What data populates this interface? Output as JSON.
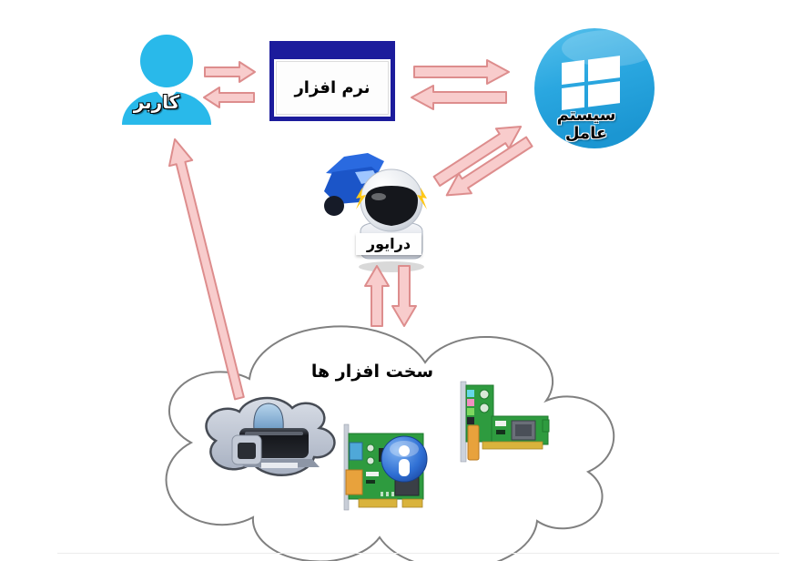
{
  "diagram_title": "",
  "nodes": {
    "user": {
      "label": "کاربر",
      "icon": "person-icon"
    },
    "software": {
      "label": "نرم افزار",
      "icon": "application-window-icon"
    },
    "os": {
      "label": "سیستم عامل",
      "icon": "windows-logo-icon"
    },
    "driver": {
      "label": "درایور",
      "icon": "robot-racer-icon"
    },
    "hardware": {
      "label": "سخت افزار ها",
      "icon": "cloud-icon",
      "contains": [
        "printer-icon",
        "pci-card-info-icon",
        "sound-card-icon"
      ]
    }
  },
  "edges": [
    {
      "from": "user",
      "to": "software",
      "direction": "bidirectional"
    },
    {
      "from": "software",
      "to": "os",
      "direction": "bidirectional"
    },
    {
      "from": "os",
      "to": "driver",
      "direction": "bidirectional"
    },
    {
      "from": "driver",
      "to": "hardware",
      "direction": "bidirectional"
    },
    {
      "from": "hardware",
      "to": "user",
      "direction": "one-way"
    }
  ],
  "colors": {
    "arrow_fill": "#f8cccc",
    "arrow_stroke": "#dd8d8d",
    "user_blue": "#29b9ea",
    "window_navy": "#1c1c9c",
    "os_blue": "#2aa7e0",
    "board_green": "#2e9b3f",
    "connector_gold": "#d9b33c",
    "info_blue": "#2a6fd0",
    "cloud_stroke": "#808080",
    "small_cloud_fill": "#b6bfce",
    "background": "#ffffff"
  }
}
